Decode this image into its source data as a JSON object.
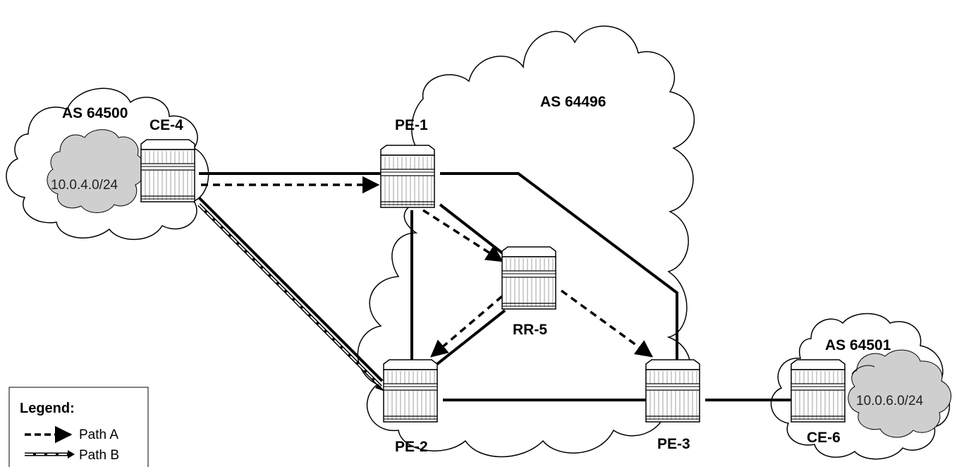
{
  "clouds": {
    "as_64500": "AS 64500",
    "as_64496": "AS 64496",
    "as_64501": "AS 64501"
  },
  "prefixes": {
    "left": "10.0.4.0/24",
    "right": "10.0.6.0/24"
  },
  "nodes": {
    "ce4": "CE-4",
    "pe1": "PE-1",
    "pe2": "PE-2",
    "pe3": "PE-3",
    "rr5": "RR-5",
    "ce6": "CE-6"
  },
  "legend": {
    "title": "Legend:",
    "path_a": "Path A",
    "path_b": "Path B"
  }
}
